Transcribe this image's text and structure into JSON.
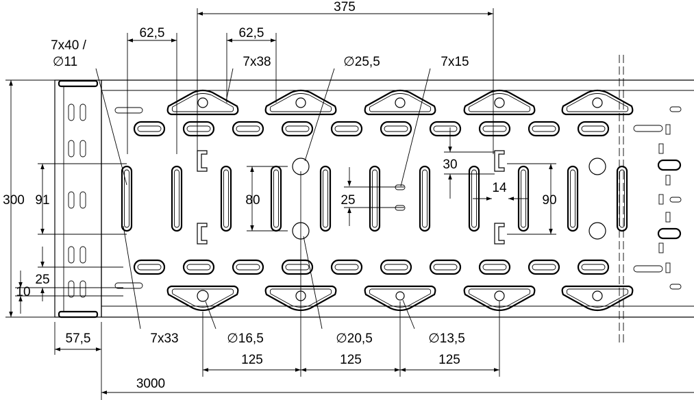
{
  "labels": {
    "d375": "375",
    "d62_5_a": "62,5",
    "d62_5_b": "62,5",
    "d7x40": "7x40 /",
    "d11": "∅11",
    "d7x38": "7x38",
    "d25_5": "∅25,5",
    "d7x15": "7x15",
    "d300": "300",
    "d91": "91",
    "d80": "80",
    "d25": "25",
    "d30": "30",
    "d14": "14",
    "d90": "90",
    "d25b": "25",
    "d10": "10",
    "d57_5": "57,5",
    "d7x33": "7x33",
    "d16_5": "∅16,5",
    "d20_5": "∅20,5",
    "d13_5": "∅13,5",
    "d125_a": "125",
    "d125_b": "125",
    "d125_c": "125",
    "d3000": "3000"
  }
}
